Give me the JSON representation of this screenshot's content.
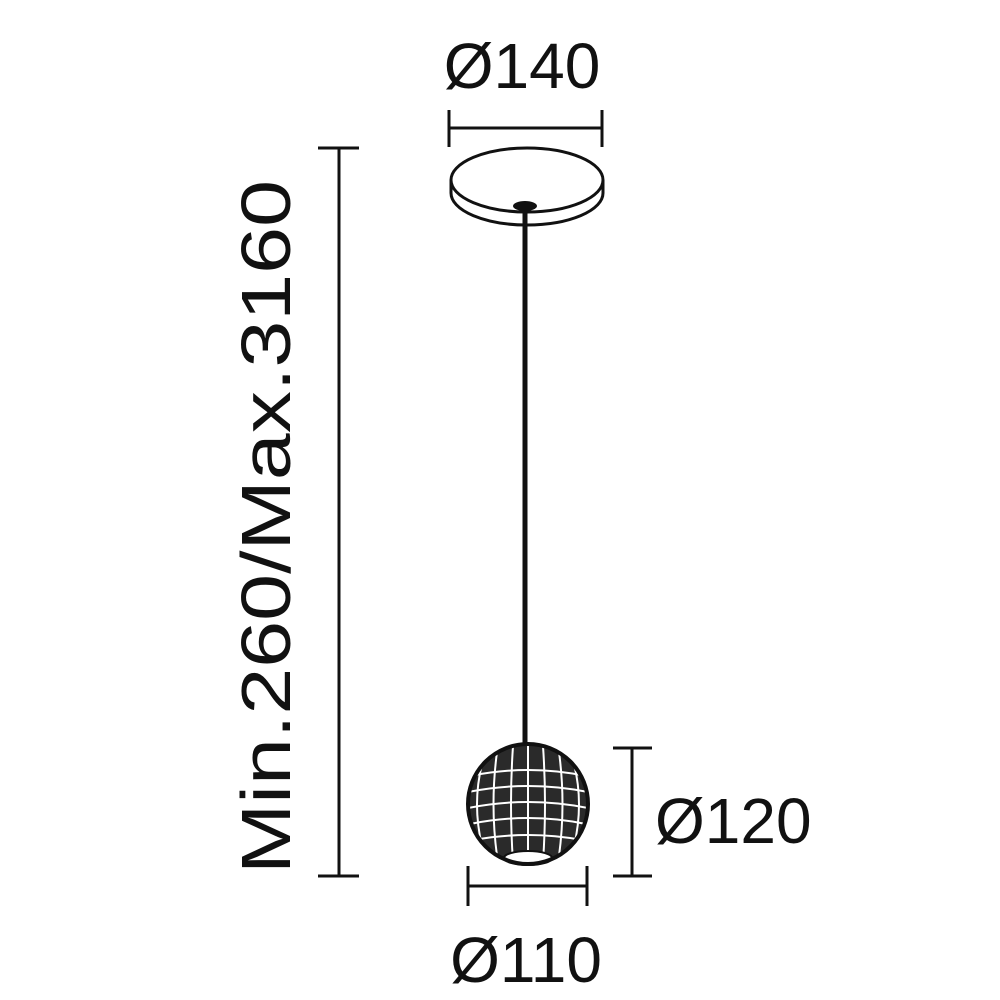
{
  "diagram": {
    "type": "pendant-lamp-dimension-drawing",
    "colors": {
      "line": "#111111",
      "background": "#ffffff"
    },
    "dimensions": {
      "canopy_diameter": "Ø140",
      "suspension_length": "Min.260/Max.3160",
      "shade_height": "Ø120",
      "shade_diameter": "Ø110"
    },
    "parts": [
      "ceiling-canopy",
      "suspension-cable",
      "spherical-shade"
    ]
  }
}
